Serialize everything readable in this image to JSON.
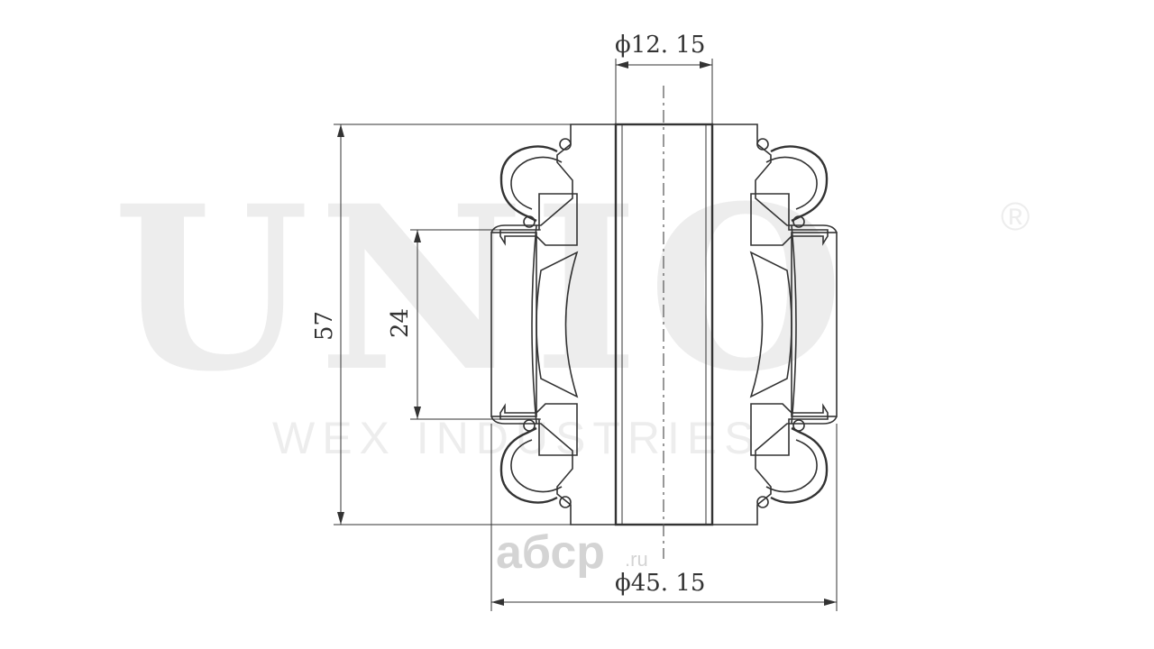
{
  "watermark": {
    "brand": "UNIO",
    "registered": "®",
    "tagline": "WEX INDUSTRIES",
    "site": "aбсp",
    "site_domain": ".ru"
  },
  "dimensions": {
    "inner_diameter": "ϕ12. 15",
    "outer_diameter": "ϕ45. 15",
    "overall_height": "57",
    "inner_height": "24"
  },
  "colors": {
    "line": "#333333",
    "watermark": "#ededed"
  }
}
